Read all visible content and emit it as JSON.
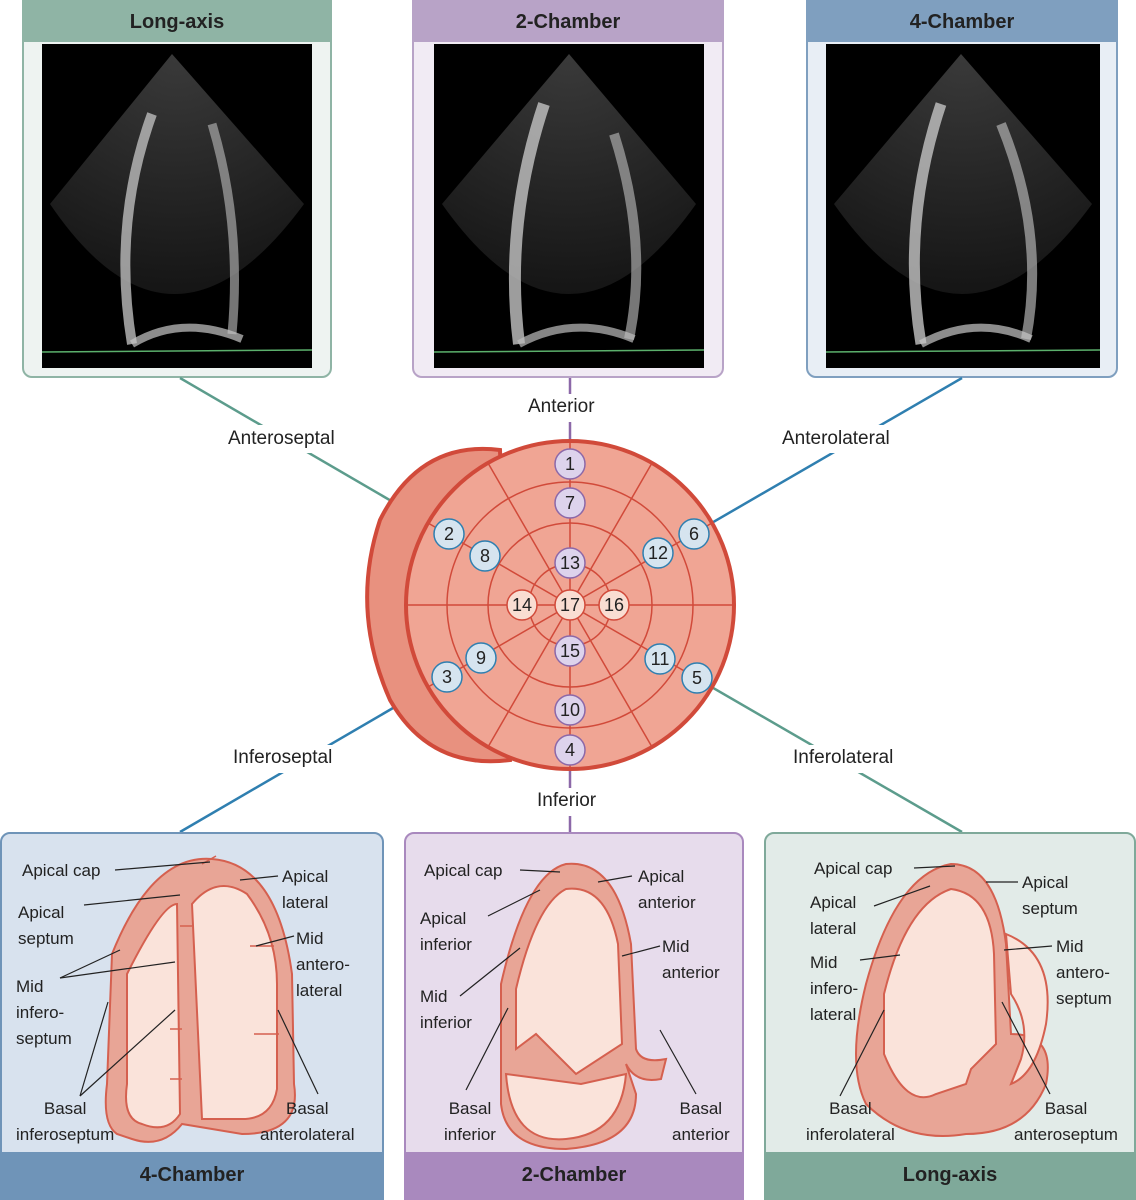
{
  "top_views": [
    {
      "title": "Long-axis",
      "color": "#8fb4a5",
      "bg": "#eef3f1"
    },
    {
      "title": "2-Chamber",
      "color": "#b8a3c7",
      "bg": "#f1ebf4"
    },
    {
      "title": "4-Chamber",
      "color": "#7f9fbf",
      "bg": "#e8eef5"
    }
  ],
  "orientation": {
    "anterior": "Anterior",
    "inferior": "Inferior",
    "anteroseptal": "Anteroseptal",
    "anterolateral": "Anterolateral",
    "inferoseptal": "Inferoseptal",
    "inferolateral": "Inferolateral"
  },
  "segments": [
    "1",
    "2",
    "3",
    "4",
    "5",
    "6",
    "7",
    "8",
    "9",
    "10",
    "11",
    "12",
    "13",
    "14",
    "15",
    "16",
    "17"
  ],
  "bottom_views": {
    "four_chamber": {
      "title": "4-Chamber",
      "apical_cap": "Apical cap",
      "apical_septum": "Apical\nseptum",
      "mid_inferoseptum": "Mid\ninfero-\nseptum",
      "basal_inferoseptum": "Basal\ninferoseptum",
      "apical_lateral": "Apical\nlateral",
      "mid_anterolateral": "Mid\nantero-\nlateral",
      "basal_anterolateral": "Basal\nanterolateral"
    },
    "two_chamber": {
      "title": "2-Chamber",
      "apical_cap": "Apical cap",
      "apical_inferior": "Apical\ninferior",
      "mid_inferior": "Mid\ninferior",
      "basal_inferior": "Basal\ninferior",
      "apical_anterior": "Apical\nanterior",
      "mid_anterior": "Mid\nanterior",
      "basal_anterior": "Basal\nanterior"
    },
    "long_axis": {
      "title": "Long-axis",
      "apical_cap": "Apical cap",
      "apical_lateral": "Apical\nlateral",
      "mid_inferolateral": "Mid\ninfero-\nlateral",
      "basal_inferolateral": "Basal\ninferolateral",
      "apical_septum": "Apical\nseptum",
      "mid_anteroseptum": "Mid\nantero-\nseptum",
      "basal_anteroseptum": "Basal\nanteroseptum"
    }
  },
  "colors": {
    "myocardium": "#e8a596",
    "myocardium_dark": "#d5604f",
    "cavity": "#fae3da",
    "bullseye_fill": "#f0a594",
    "bullseye_line": "#d14a3a",
    "label_purple": "#ddd3ec",
    "label_blue": "#d6e4ef",
    "label_pink": "#f9ddd2",
    "line_green": "#5c9c8c",
    "line_blue": "#2f7fb0",
    "line_purple": "#8c68a8"
  }
}
